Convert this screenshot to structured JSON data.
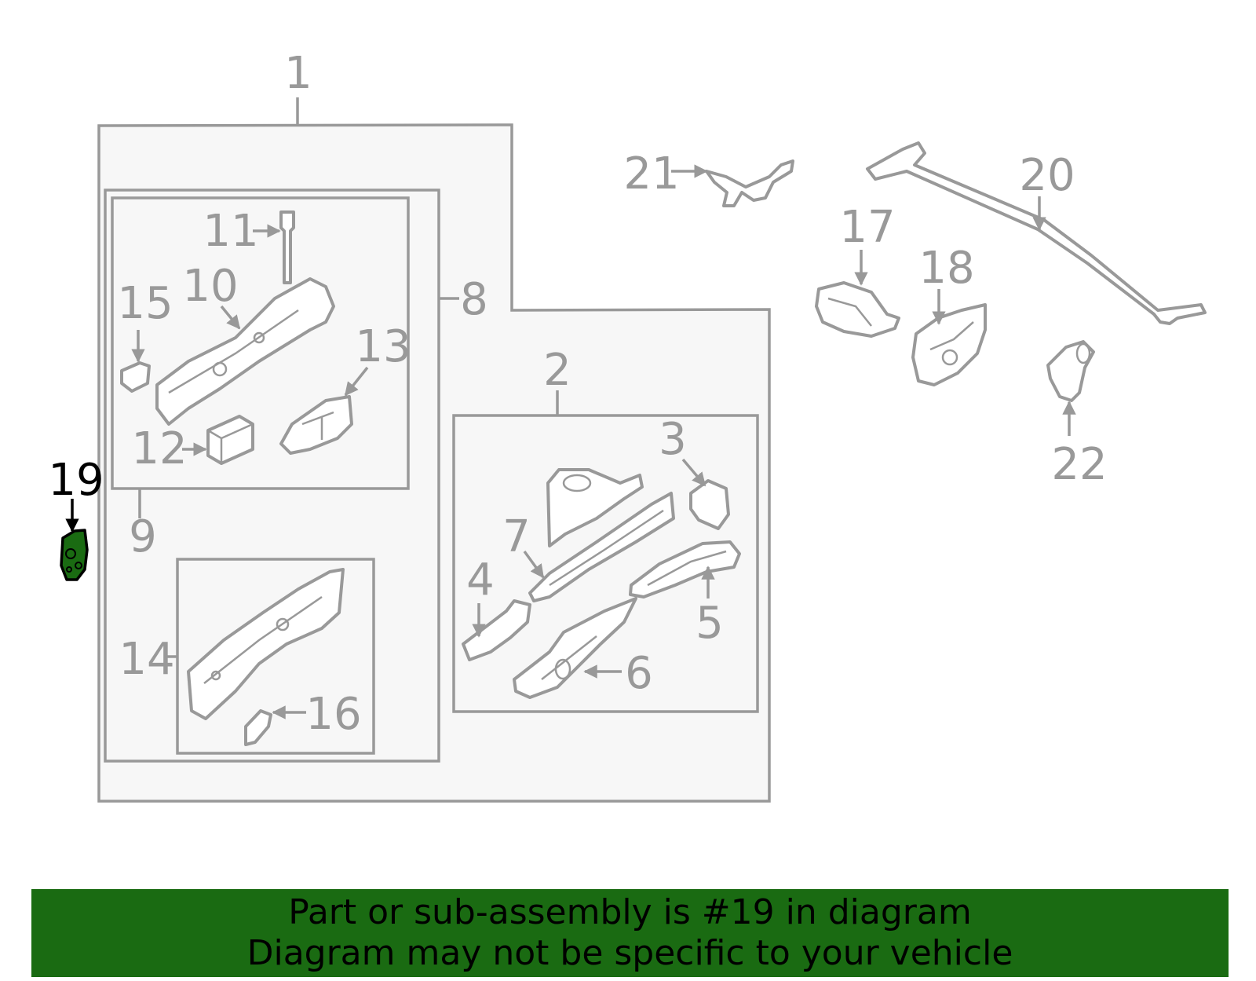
{
  "diagram": {
    "callouts": [
      "1",
      "2",
      "3",
      "4",
      "5",
      "6",
      "7",
      "8",
      "9",
      "10",
      "11",
      "12",
      "13",
      "14",
      "15",
      "16",
      "17",
      "18",
      "19",
      "20",
      "21",
      "22"
    ],
    "highlighted_callout": "19",
    "colors": {
      "line": "#999999",
      "panel_fill": "#f7f7f7",
      "highlight_fill": "#1a6b12",
      "highlight_text": "#000000"
    }
  },
  "banner": {
    "line1": "Part or sub-assembly is #19 in diagram",
    "line2": "Diagram may not be specific to your vehicle",
    "background": "#1a6b12"
  }
}
